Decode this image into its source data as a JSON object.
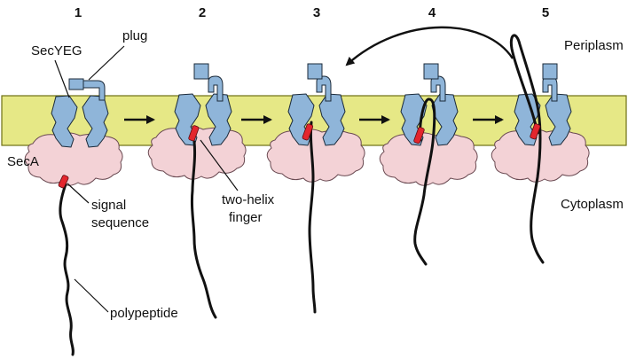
{
  "colors": {
    "membrane_fill": "#e6e886",
    "membrane_stroke": "#6f7015",
    "channel_fill": "#8fb5d9",
    "channel_stroke": "#1b2a3a",
    "seca_fill": "#f3d2d6",
    "seca_stroke": "#6a4a52",
    "signal_fill": "#e3262e",
    "chain": "#111111",
    "text": "#111111"
  },
  "diagram": {
    "steps": [
      "1",
      "2",
      "3",
      "4",
      "5"
    ],
    "labels": {
      "secyeg": "SecYEG",
      "plug": "plug",
      "seca": "SecA",
      "signal_1": "signal",
      "signal_2": "sequence",
      "finger_1": "two-helix",
      "finger_2": "finger",
      "polypeptide": "polypeptide",
      "periplasm": "Periplasm",
      "cytoplasm": "Cytoplasm"
    }
  }
}
